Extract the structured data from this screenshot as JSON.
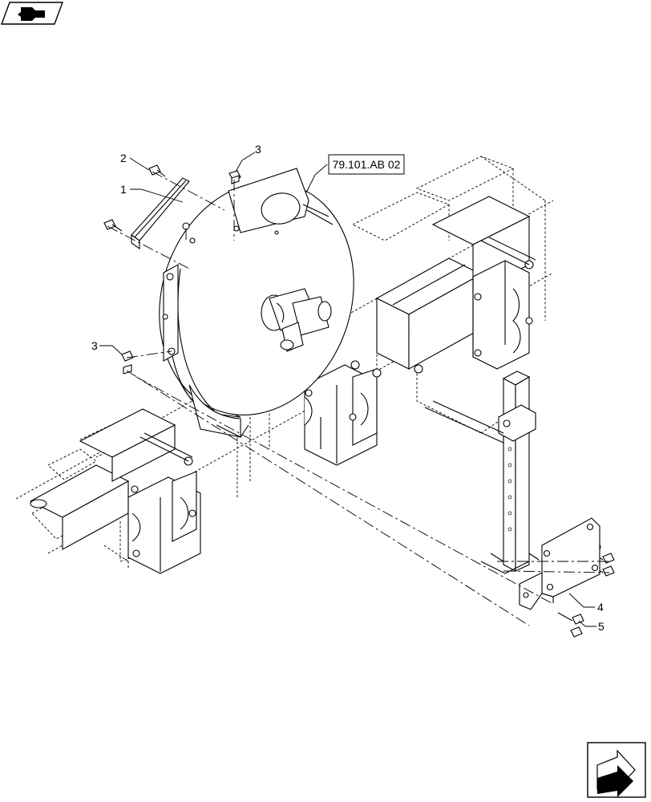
{
  "reference": {
    "label": "79.101.AB 02"
  },
  "callouts": [
    {
      "id": "c1",
      "label": "1"
    },
    {
      "id": "c2",
      "label": "2"
    },
    {
      "id": "c3a",
      "label": "3"
    },
    {
      "id": "c3b",
      "label": "3"
    },
    {
      "id": "c4",
      "label": "4"
    },
    {
      "id": "c5",
      "label": "5"
    }
  ],
  "icons": {
    "top_left": "book-with-arrow-icon",
    "bottom_right": "next-page-arrow-icon"
  }
}
